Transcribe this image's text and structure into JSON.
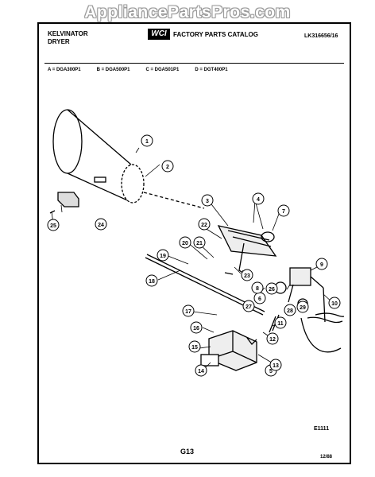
{
  "watermark": "AppliancePartsPros.com",
  "header": {
    "brand_line1": "KELVINATOR",
    "brand_line2": "DRYER",
    "logo": "WCI",
    "catalog_title": "FACTORY PARTS CATALOG",
    "part_number": "LK316656/16"
  },
  "models": [
    "A = DGA300P1",
    "B = DGA500P1",
    "C = DGA501P1",
    "D = DGT400P1"
  ],
  "callouts": [
    "1",
    "2",
    "3",
    "4",
    "5",
    "6",
    "7",
    "8",
    "9",
    "10",
    "11",
    "12",
    "13",
    "14",
    "15",
    "16",
    "17",
    "18",
    "19",
    "20",
    "21",
    "22",
    "23",
    "24",
    "25",
    "26",
    "27",
    "28",
    "29"
  ],
  "footer": {
    "code": "E1111",
    "page": "G13",
    "date": "12/88"
  }
}
